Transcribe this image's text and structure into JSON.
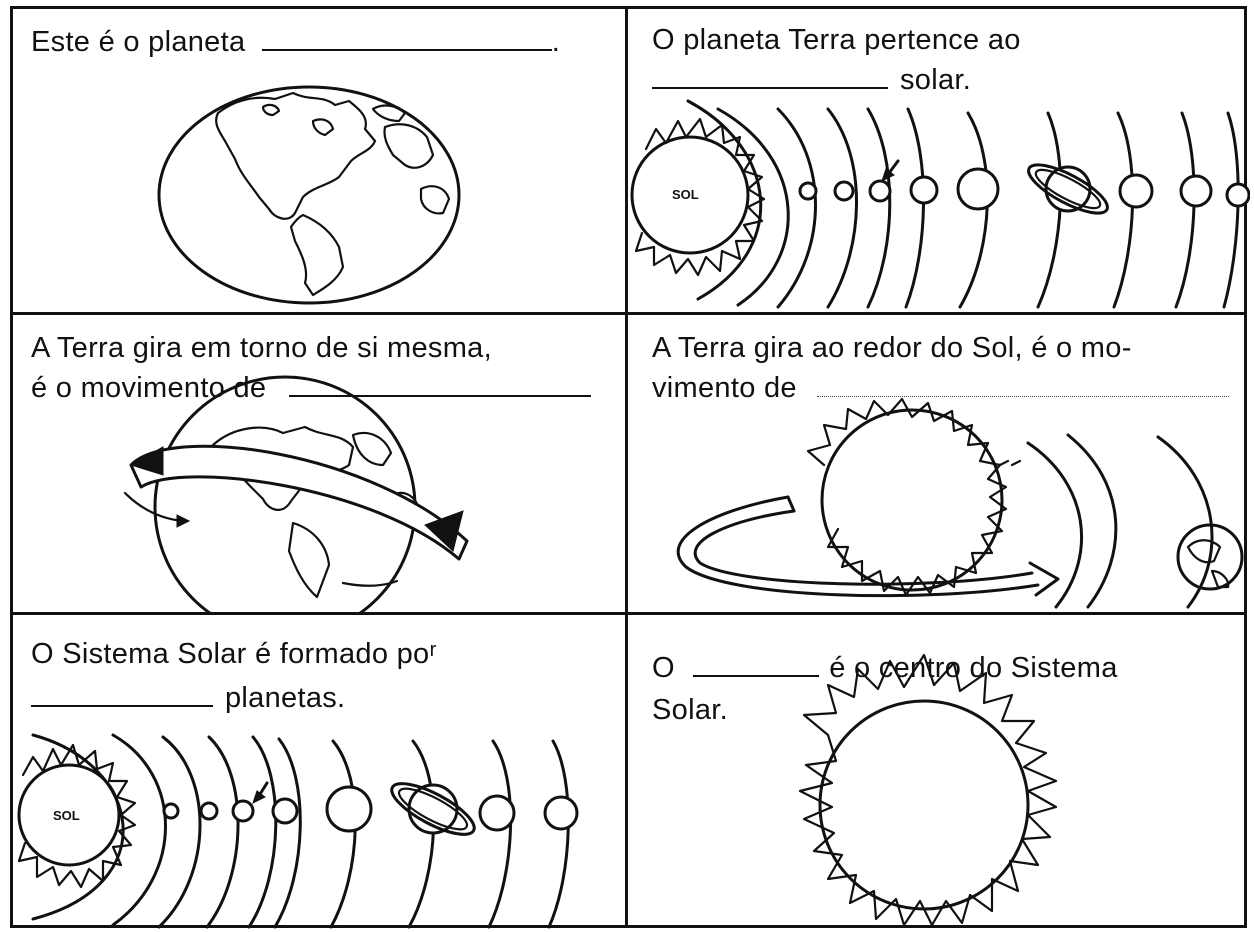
{
  "panels": {
    "p1": {
      "text": "Este é o planeta",
      "end": "."
    },
    "p2": {
      "line1": "O    planeta    Terra    pertence    ao",
      "line2": "solar.",
      "sun_label": "SOL"
    },
    "p3": {
      "line1": "A Terra gira em torno de si mesma,",
      "line2": "é o movimento de"
    },
    "p4": {
      "line1": "A Terra gira ao redor do Sol, é o mo-",
      "line2": "vimento de"
    },
    "p5": {
      "line1": "O  Sistema  Solar  é  formado  poʳ",
      "line2": "planetas.",
      "sun_label": "SOL"
    },
    "p6": {
      "line1a": "O",
      "line1b": "é o centro do Sistema",
      "line2": "Solar."
    }
  }
}
